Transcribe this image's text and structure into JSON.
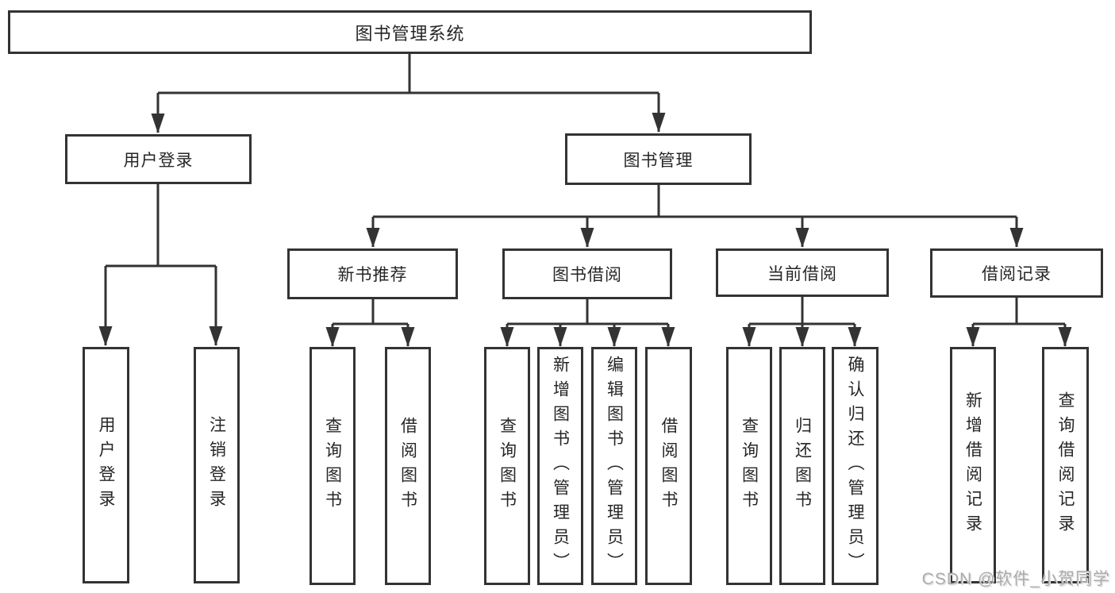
{
  "colors": {
    "background": "#ffffff",
    "line": "#333333",
    "text": "#262626",
    "watermark": "#ababab"
  },
  "tree": {
    "root": {
      "label": "图书管理系统"
    },
    "branches": [
      {
        "label": "用户登录",
        "children": [
          {
            "label": "用户登录"
          },
          {
            "label": "注销登录"
          }
        ]
      },
      {
        "label": "图书管理",
        "children": [
          {
            "label": "新书推荐",
            "children": [
              {
                "label": "查询图书"
              },
              {
                "label": "借阅图书"
              }
            ]
          },
          {
            "label": "图书借阅",
            "children": [
              {
                "label": "查询图书"
              },
              {
                "label": "新增图书（管理员）"
              },
              {
                "label": "编辑图书（管理员）"
              },
              {
                "label": "借阅图书"
              }
            ]
          },
          {
            "label": "当前借阅",
            "children": [
              {
                "label": "查询图书"
              },
              {
                "label": "归还图书"
              },
              {
                "label": "确认归还（管理员）"
              }
            ]
          },
          {
            "label": "借阅记录",
            "children": [
              {
                "label": "新增借阅记录"
              },
              {
                "label": "查询借阅记录"
              }
            ]
          }
        ]
      }
    ]
  },
  "watermark": {
    "text": "CSDN @软件_小贺同学"
  }
}
